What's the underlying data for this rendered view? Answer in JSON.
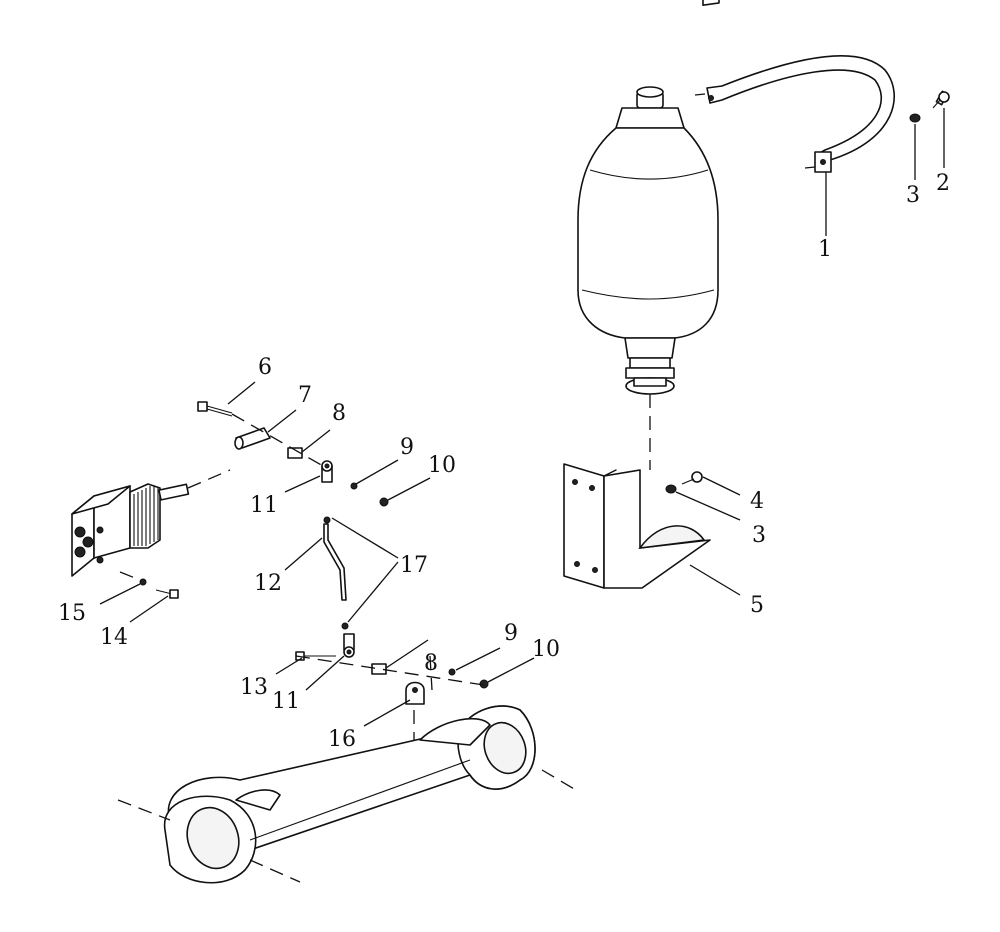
{
  "diagram": {
    "colors": {
      "line": "#111111",
      "paper": "#ffffff"
    },
    "callouts": [
      {
        "id": "c1",
        "label": "1"
      },
      {
        "id": "c2",
        "label": "2"
      },
      {
        "id": "c3a",
        "label": "3"
      },
      {
        "id": "c3b",
        "label": "3"
      },
      {
        "id": "c4",
        "label": "4"
      },
      {
        "id": "c5",
        "label": "5"
      },
      {
        "id": "c6",
        "label": "6"
      },
      {
        "id": "c7",
        "label": "7"
      },
      {
        "id": "c8a",
        "label": "8"
      },
      {
        "id": "c8b",
        "label": "8"
      },
      {
        "id": "c9a",
        "label": "9"
      },
      {
        "id": "c9b",
        "label": "9"
      },
      {
        "id": "c10a",
        "label": "10"
      },
      {
        "id": "c10b",
        "label": "10"
      },
      {
        "id": "c11a",
        "label": "11"
      },
      {
        "id": "c11b",
        "label": "11"
      },
      {
        "id": "c12",
        "label": "12"
      },
      {
        "id": "c13",
        "label": "13"
      },
      {
        "id": "c14",
        "label": "14"
      },
      {
        "id": "c15",
        "label": "15"
      },
      {
        "id": "c16",
        "label": "16"
      },
      {
        "id": "c17",
        "label": "17"
      }
    ]
  }
}
